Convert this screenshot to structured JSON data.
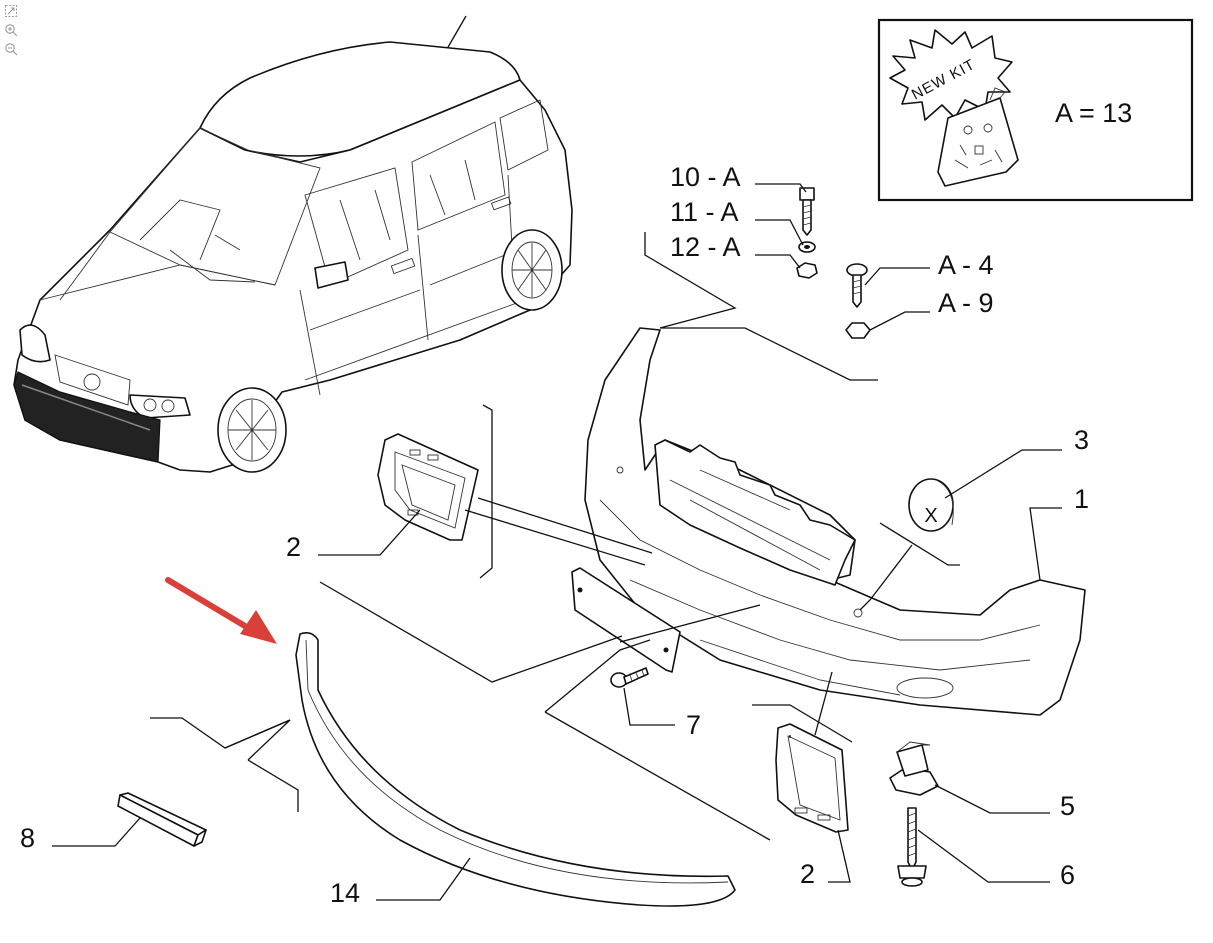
{
  "viewer_tools": [
    {
      "name": "fit-page-icon"
    },
    {
      "name": "zoom-in-icon"
    },
    {
      "name": "zoom-out-icon"
    }
  ],
  "kit_box": {
    "starburst_text": "NEW KIT",
    "equation": "A = 13"
  },
  "callouts": {
    "c10A": "10 - A",
    "c11A": "11 - A",
    "c12A": "12 - A",
    "cA4": "A - 4",
    "cA9": "A - 9",
    "c1": "1",
    "c2a": "2",
    "c2b": "2",
    "c3": "3",
    "c5": "5",
    "c6": "6",
    "c7": "7",
    "c8": "8",
    "c14": "14"
  },
  "part3_mark": "X",
  "highlight_arrow_color": "#d9403a"
}
